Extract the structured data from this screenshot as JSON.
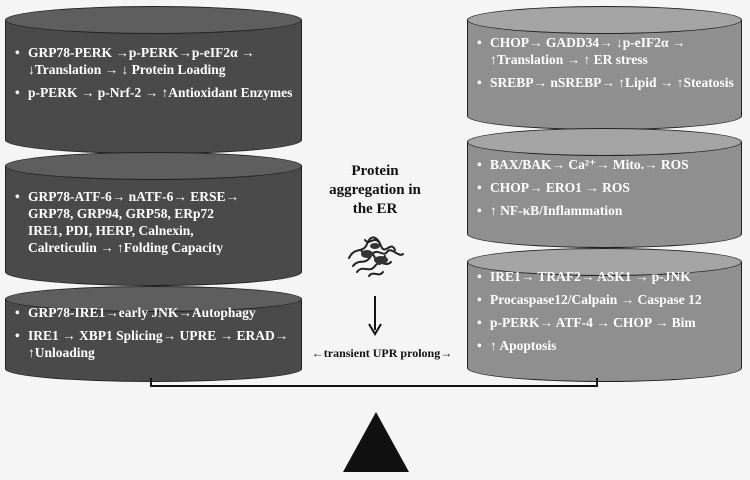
{
  "left": {
    "top_stack": [
      "GRP78-PERK →p-PERK→p-eIF2α → ↓Translation → ↓ Protein Loading",
      "p-PERK → p-Nrf-2 → ↑Antioxidant Enzymes"
    ],
    "middle_stack": [
      "GRP78-ATF-6→ nATF-6→ ERSE→",
      "GRP78, GRP94, GRP58, ERp72",
      "IRE1, PDI, HERP, Calnexin,",
      "Calreticulin → ↑Folding Capacity"
    ],
    "bottom_stack": [
      "GRP78-IRE1→early JNK→Autophagy",
      "IRE1 → XBP1 Splicing→ UPRE → ERAD→ ↑Unloading"
    ]
  },
  "right": {
    "top_stack": [
      "CHOP→ GADD34→ ↓p-eIF2α → ↑Translation → ↑ ER stress",
      "SREBP→ nSREBP→ ↑Lipid → ↑Steatosis"
    ],
    "middle_stack": [
      "BAX/BAK→ Ca²⁺→ Mito.→ ROS",
      "CHOP→ ERO1 → ROS",
      "↑ NF-κB/Inflammation"
    ],
    "bottom_stack": [
      "IRE1→ TRAF2→ ASK1 → p-JNK",
      "Procaspase12/Calpain → Caspase 12",
      "p-PERK→ ATF-4 → CHOP → Bim",
      "↑ Apoptosis"
    ]
  },
  "center": {
    "title": "Protein aggregation in the ER",
    "upr_label": "←transient UPR prolong→"
  },
  "colors": {
    "dark": "#4a4a4a",
    "light": "#8f8f8f",
    "background": "#f5f5f5"
  }
}
